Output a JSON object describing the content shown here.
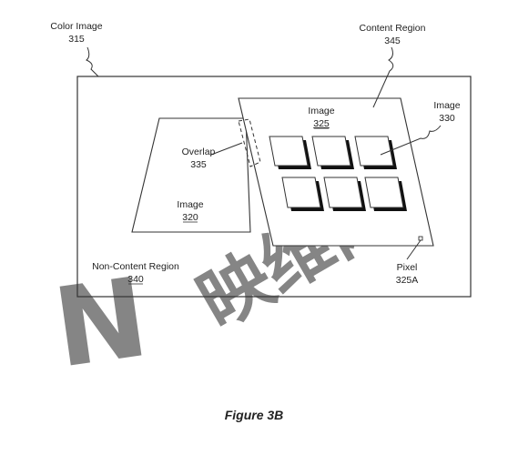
{
  "figure": {
    "caption": "Figure 3B",
    "labels": {
      "color_image": {
        "title": "Color Image",
        "ref": "315"
      },
      "content_region": {
        "title": "Content Region",
        "ref": "345"
      },
      "image_325": {
        "title": "Image",
        "ref": "325"
      },
      "image_330": {
        "title": "Image",
        "ref": "330"
      },
      "overlap": {
        "title": "Overlap",
        "ref": "335"
      },
      "image_320": {
        "title": "Image",
        "ref": "320"
      },
      "non_content": {
        "title": "Non-Content Region",
        "ref": "340"
      },
      "pixel": {
        "title": "Pixel",
        "ref": "325A"
      }
    },
    "watermark": {
      "glyph": "N",
      "text": "映维网"
    },
    "colors": {
      "line": "#333333",
      "shadow": "#111111",
      "watermark_red": "#f2b8bc",
      "watermark_blue": "#b8cbe6"
    }
  }
}
